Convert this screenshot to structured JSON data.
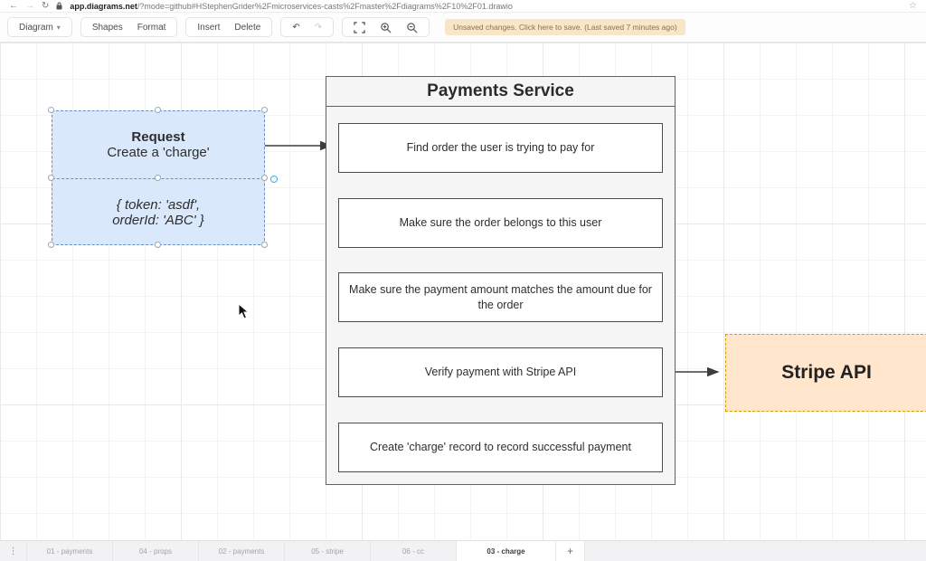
{
  "browser": {
    "url_domain": "app.diagrams.net",
    "url_path": "/?mode=github#HStephenGrider%2Fmicroservices-casts%2Fmaster%2Fdiagrams%2F10%2F01.drawio"
  },
  "icons": {
    "back": "←",
    "forward": "→",
    "reload": "↻",
    "star": "☆",
    "chevron_down": "▾",
    "undo": "↶",
    "redo": "↷",
    "pages_menu": "⋮"
  },
  "toolbar": {
    "diagram_menu": "Diagram",
    "shapes": "Shapes",
    "format": "Format",
    "insert": "Insert",
    "delete": "Delete",
    "notification": "Unsaved changes. Click here to save. (Last saved 7 minutes ago)"
  },
  "diagram": {
    "request": {
      "title": "Request",
      "subtitle": "Create a 'charge'",
      "payload_line1": "{ token: 'asdf',",
      "payload_line2": "orderId: 'ABC' }"
    },
    "container": {
      "title": "Payments Service",
      "steps": [
        "Find order the user is trying to pay for",
        "Make sure the order belongs to this user",
        "Make sure the payment amount matches the amount due for the order",
        "Verify payment with Stripe API",
        "Create 'charge' record to record successful payment"
      ]
    },
    "stripe": {
      "label": "Stripe API"
    }
  },
  "footer": {
    "tabs": [
      {
        "label": "01 - payments",
        "active": false
      },
      {
        "label": "04 - props",
        "active": false
      },
      {
        "label": "02 - payments",
        "active": false
      },
      {
        "label": "05 - stripe",
        "active": false
      },
      {
        "label": "06 - cc",
        "active": false
      },
      {
        "label": "03 - charge",
        "active": true
      }
    ],
    "add_label": "+"
  },
  "colors": {
    "request_fill": "#dae8fc",
    "request_border": "#6c8ebf",
    "container_fill": "#f5f5f5",
    "container_border": "#616161",
    "step_fill": "#ffffff",
    "step_border": "#4d4d4d",
    "stripe_fill": "#ffe6cc",
    "stripe_border": "#d79b00",
    "notification_bg": "#f8e6c8",
    "notification_text": "#8f7146",
    "connector": "#3d3d3d"
  }
}
